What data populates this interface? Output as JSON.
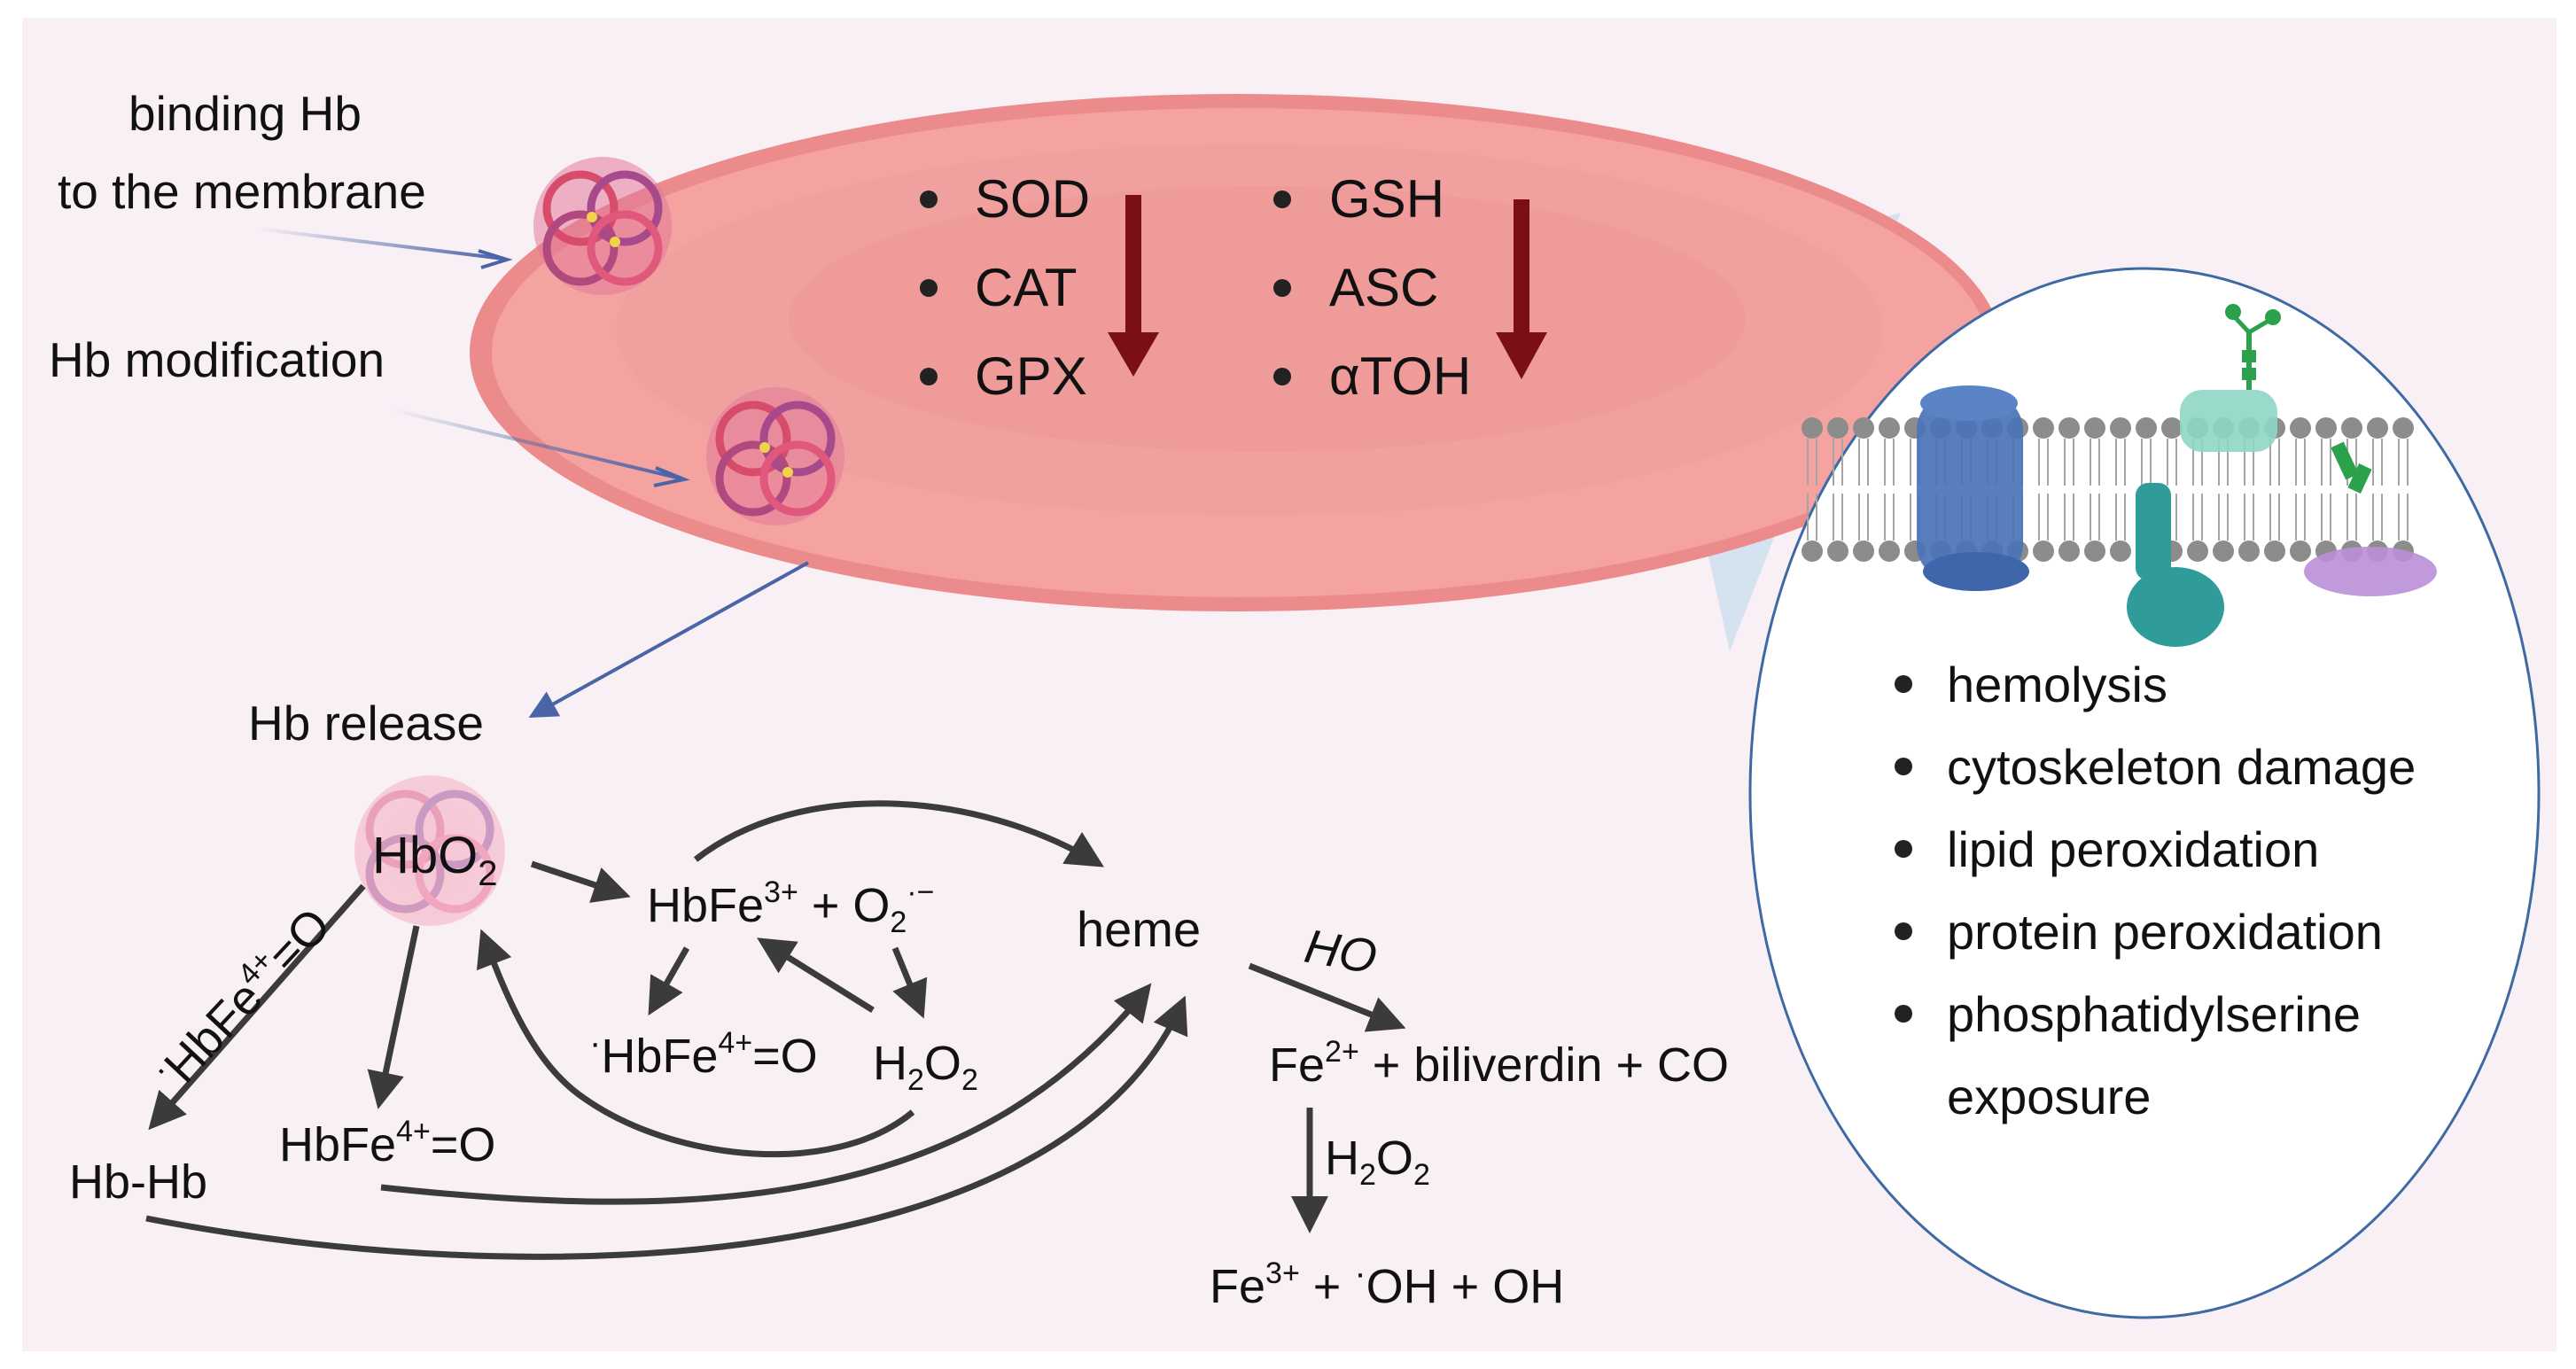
{
  "labels": {
    "binding_1": "binding Hb",
    "binding_2": "to the membrane",
    "modification": "Hb modification",
    "release": "Hb release"
  },
  "enzymes": [
    "SOD",
    "CAT",
    "GPX"
  ],
  "antioxidants": [
    "GSH",
    "ASC",
    "αTOH"
  ],
  "damage_list": [
    "hemolysis",
    "cytoskeleton damage",
    "lipid peroxidation",
    "protein peroxidation",
    "phosphatidylserine",
    "exposure"
  ],
  "chem": {
    "hbo2": {
      "base": "HbO",
      "sub": "2"
    },
    "hbfe3": {
      "a": "HbFe",
      "sup": "3+",
      "b": " + O",
      "sub": "2",
      "sup2": "·−"
    },
    "ferryl_left": {
      "dot": "·",
      "a": "HbFe",
      "sup": "4+",
      "b": "=O"
    },
    "ferryl_mid": {
      "dot": "·",
      "a": "HbFe",
      "sup": "4+",
      "b": "=O"
    },
    "ferryl_low": {
      "a": "HbFe",
      "sup": "4+",
      "b": "=O"
    },
    "h2o2_mid": {
      "a": "H",
      "sub": "2",
      "b": "O",
      "sub2": "2"
    },
    "hb_hb": "Hb-Hb",
    "heme": "heme",
    "ho": "HO",
    "fe2": {
      "a": "Fe",
      "sup": "2+",
      "b": " + biliverdin + CO"
    },
    "h2o2_right": {
      "a": "H",
      "sub": "2",
      "b": "O",
      "sub2": "2"
    },
    "fe3": {
      "a": "Fe",
      "sup": "3+",
      "b": " + ",
      "dot": "·",
      "c": "OH + OH"
    }
  },
  "colors": {
    "background": "#f9f0f6",
    "cell_outer": "#ec8b8b",
    "cell_mid": "#f5a3a1",
    "cell_inner": "#f0a09e",
    "down_arrow": "#7a1015",
    "blue_arrow": "#4a64a8",
    "dark_arrow": "#3b3b3b",
    "ellipse_border": "#3e6aa4"
  }
}
